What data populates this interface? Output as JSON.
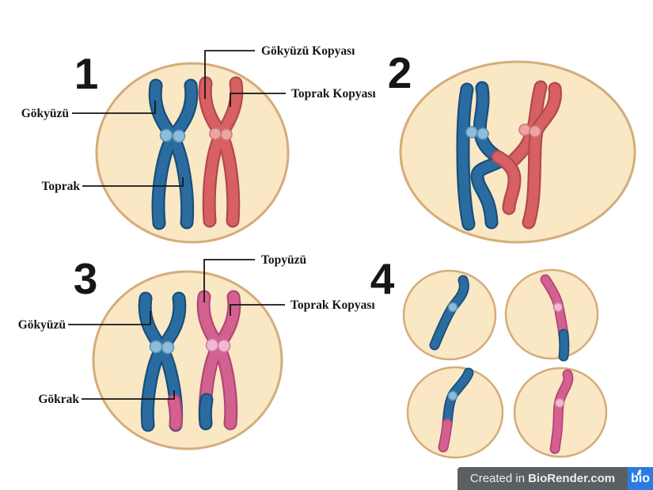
{
  "panel1": {
    "number": "1",
    "label_gokyuzu": "Gökyüzü",
    "label_toprak": "Toprak",
    "label_gokyuzu_kopyasi": "Gökyüzü Kopyası",
    "label_toprak_kopyasi": "Toprak Kopyası"
  },
  "panel2": {
    "number": "2"
  },
  "panel3": {
    "number": "3",
    "label_gokyuzu": "Gökyüzü",
    "label_gokrak": "Gökrak",
    "label_topyuzu": "Topyüzü",
    "label_toprak_kopyasi": "Toprak Kopyası"
  },
  "panel4": {
    "number": "4"
  },
  "footer": {
    "credit_prefix": "Created in",
    "credit_brand": "BioRender.com",
    "logo_text": "bio"
  },
  "colors": {
    "cell_fill": "#FAE7C4",
    "cell_stroke": "#D5AC7B",
    "blue": "#2B6CA0",
    "blue_dark": "#174E7B",
    "blue_light": "#8CBEDC",
    "blue_mid": "#5E93B5",
    "red": "#D85F62",
    "red_dark": "#AC4A50",
    "red_light": "#EFA3A4",
    "red_mid": "#C97A7C",
    "pink": "#D3618F",
    "pink_dark": "#B04677",
    "pink_light": "#F4B9D0",
    "pink_mid": "#CC7FA5",
    "footer_bg": "#5A5F63",
    "footer_text": "#EDEDEE",
    "logo_bg": "#2C7CE0"
  }
}
